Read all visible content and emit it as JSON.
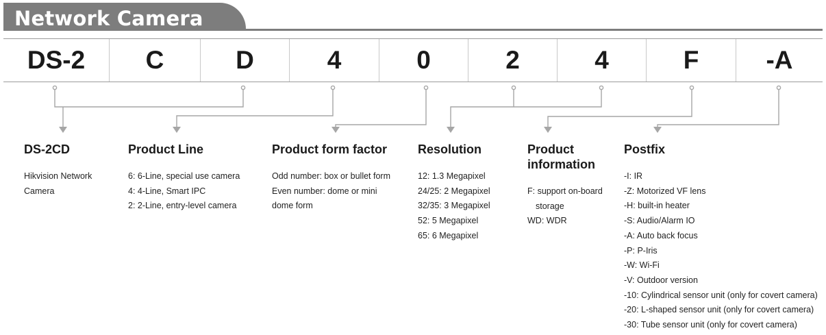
{
  "title": "Network Camera",
  "segments": [
    "DS-2",
    "C",
    "D",
    "4",
    "0",
    "2",
    "4",
    "F",
    "-A"
  ],
  "columns": [
    {
      "heading": "DS-2CD",
      "lines": [
        "Hikvision Network",
        "Camera"
      ]
    },
    {
      "heading": "Product Line",
      "lines": [
        "6: 6-Line, special use camera",
        "4: 4-Line, Smart IPC",
        "2: 2-Line, entry-level camera"
      ]
    },
    {
      "heading": "Product form factor",
      "lines": [
        "Odd number: box or bullet form",
        "Even number: dome or mini",
        "dome form"
      ]
    },
    {
      "heading": "Resolution",
      "lines": [
        "12: 1.3 Megapixel",
        "24/25: 2 Megapixel",
        "32/35: 3 Megapixel",
        "52: 5 Megapixel",
        "65: 6 Megapixel"
      ]
    },
    {
      "heading": "Product information",
      "heading_line1": "Product",
      "heading_line2": "information",
      "lines": [
        "F: support on-board",
        "storage",
        "WD: WDR"
      ]
    },
    {
      "heading": "Postfix",
      "lines": [
        "-I: IR",
        "-Z: Motorized VF lens",
        "-H: built-in heater",
        "-S: Audio/Alarm IO",
        "-A: Auto back focus",
        "-P: P-Iris",
        "-W: Wi-Fi",
        "-V: Outdoor version",
        "-10: Cylindrical sensor unit (only for covert camera)",
        "-20: L-shaped sensor unit (only for covert camera)",
        "-30: Tube sensor unit (only for covert camera)"
      ]
    }
  ],
  "colors": {
    "tab": "#7d7d7d",
    "connector": "#a6a6a6",
    "text": "#1a1a1a"
  }
}
